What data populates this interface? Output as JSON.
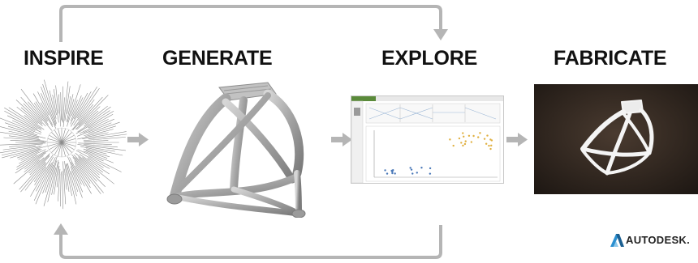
{
  "stages": [
    {
      "id": "inspire",
      "label": "INSPIRE"
    },
    {
      "id": "generate",
      "label": "GENERATE"
    },
    {
      "id": "explore",
      "label": "EXPLORE"
    },
    {
      "id": "fabricate",
      "label": "FABRICATE"
    }
  ],
  "brand": {
    "name": "AUTODESK",
    "mark": "."
  },
  "colors": {
    "arrow": "#b5b5b5",
    "title": "#111111",
    "photo_bg": "#2b221c",
    "part_fill": "#a9a9a9",
    "accent_green": "#5a8a3a"
  },
  "icons": {
    "inspire_image": "radial-tree-diagram-icon",
    "generate_image": "generative-bracket-render",
    "explore_image": "software-screenshot",
    "fabricate_image": "printed-part-photo",
    "logo": "autodesk-logo-icon"
  }
}
